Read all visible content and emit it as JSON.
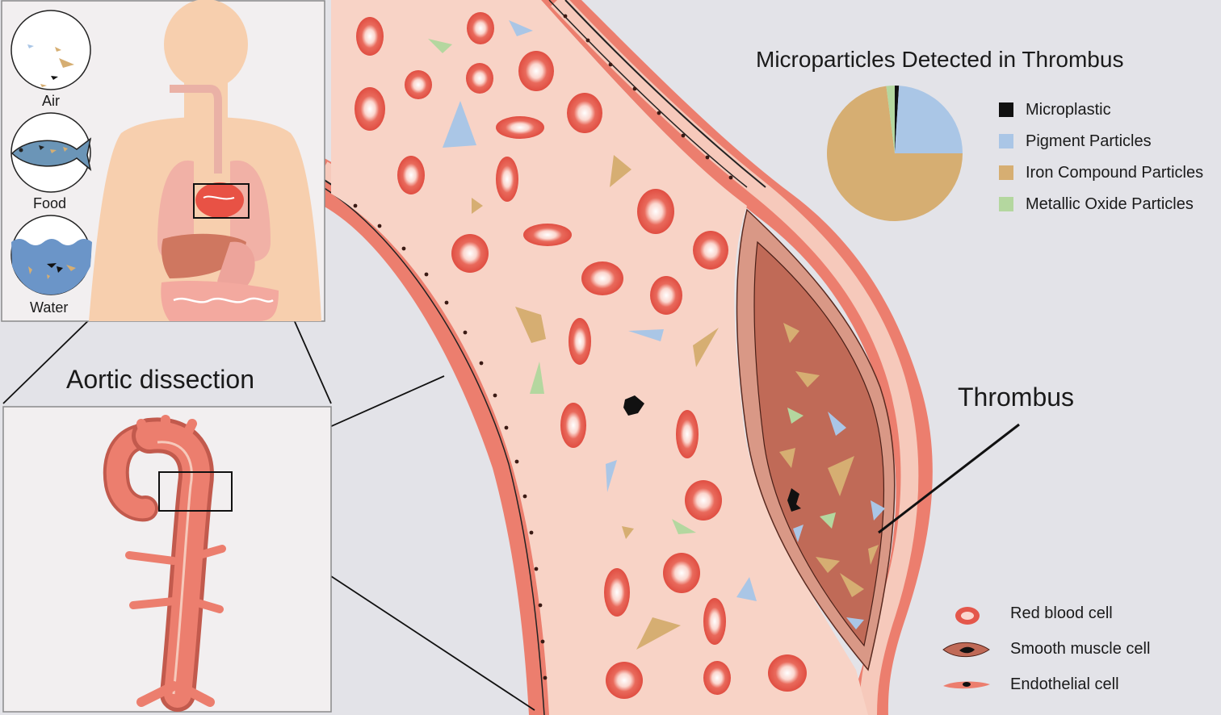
{
  "sources": {
    "air": "Air",
    "food": "Food",
    "water": "Water"
  },
  "aortic_title": "Aortic dissection",
  "thrombus_label": "Thrombus",
  "chart_data": {
    "type": "pie",
    "title": "Microparticles Detected in Thrombus",
    "legend_position": "right",
    "slices": [
      {
        "name": "Microplastic",
        "value": 1,
        "color": "#111111"
      },
      {
        "name": "Pigment Particles",
        "value": 24,
        "color": "#aac6e6"
      },
      {
        "name": "Iron Compound Particles",
        "value": 73,
        "color": "#d6ae72"
      },
      {
        "name": "Metallic Oxide Particles",
        "value": 2,
        "color": "#b4d79f"
      }
    ]
  },
  "cell_legend": [
    {
      "label": "Red blood cell",
      "icon": "red-blood-cell-icon"
    },
    {
      "label": "Smooth muscle cell",
      "icon": "smooth-muscle-cell-icon"
    },
    {
      "label": "Endothelial cell",
      "icon": "endothelial-cell-icon"
    }
  ],
  "colors": {
    "vessel_wall": "#ec7e6e",
    "lumen": "#f8d3c6",
    "rbc": "#e4574b",
    "thrombus": "#c06a57",
    "background": "#e3e3e8"
  }
}
